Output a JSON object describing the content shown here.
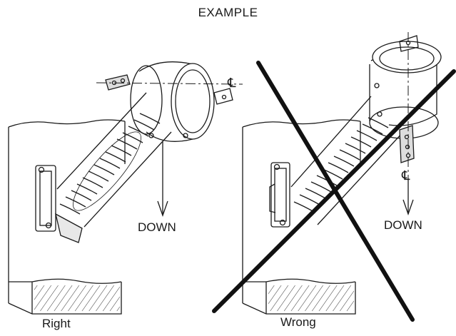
{
  "title": "EXAMPLE",
  "panels": [
    {
      "id": "right",
      "caption": "Right",
      "direction_label": "DOWN",
      "centerline_symbol": "℄"
    },
    {
      "id": "wrong",
      "caption": "Wrong",
      "direction_label": "DOWN",
      "centerline_symbol": "℄"
    }
  ],
  "colors": {
    "ink": "#1a1a1a",
    "paper": "#ffffff"
  }
}
